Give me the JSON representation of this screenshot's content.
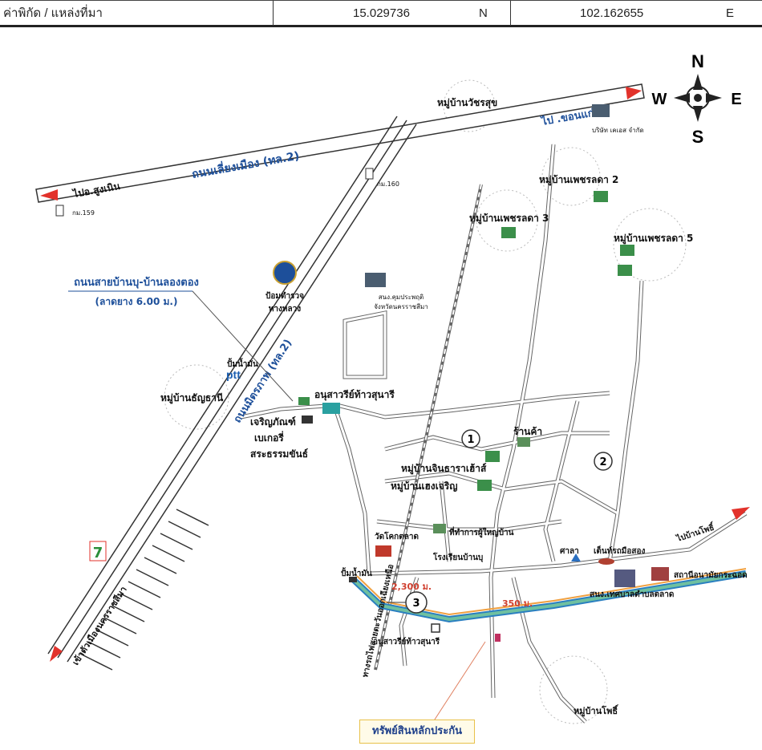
{
  "header": {
    "label": "ค่าพิกัด / แหล่งที่มา",
    "latitude": "15.029736",
    "lat_dir": "N",
    "longitude": "102.162655",
    "lon_dir": "E"
  },
  "compass": {
    "n": "N",
    "s": "S",
    "e": "E",
    "w": "W"
  },
  "roads": {
    "bypass": "ถนนเลี่ยงเมือง (ทล.2)",
    "to_sung_noen": "ไปอ.สูงเนิน",
    "to_khon_kaen": "ไป .ขอนแก่น",
    "mittraphap": "ถนนมิตรภาพ (ทล.2)",
    "local_road": "ถนนสายบ้านบุ-บ้านลองตอง",
    "local_road_spec": "(ลาดยาง 6.00 ม.)",
    "railway": "ทางรถไฟสายตะวันออกเฉียงเหนือ",
    "to_ban_pho": "ไปบ้านโพธิ์",
    "to_city": "เข้าตัวเมืองนครราชสีมา"
  },
  "markers": {
    "km159": "กม.159",
    "km160": "กม.160"
  },
  "places": {
    "watcharasuk": "หมู่บ้านวัชรสุข",
    "ks_company": "บริษัท เคเอส จำกัด",
    "phetlada2": "หมู่บ้านเพชรลดา 2",
    "phetlada3": "หมู่บ้านเพชรลดา 3",
    "phetlada5": "หมู่บ้านเพชรลดา 5",
    "police": "ป้อมตำรวจ",
    "police2": "ทางหลวง",
    "env_office": "สนง.คุมประพฤติ",
    "env_office2": "จังหวัดนครราชสีมา",
    "ptt_label": "ปั้มน้ำมัน",
    "ptt": "ptt",
    "thanyathani": "หมู่บ้านธัญธานี",
    "monument_top": "อนุสาวรีย์ท้าวสุนารี",
    "bakery1": "เจริญภัณฑ์",
    "bakery2": "เบเกอรี่",
    "bakery3": "สระธรรมขันธ์",
    "shop": "ร้านค้า",
    "jinthara": "หมู่บ้านจินธาราเฮ้าส์",
    "hengcharoen": "หมู่บ้านเฮงเจริญ",
    "headman": "ที่ทำการผู้ใหญ่บ้าน",
    "wat": "วัดโคกตลาด",
    "school": "โรงเรียนบ้านบุ",
    "sala": "ศาลา",
    "used_car": "เต็นท์รถมือสอง",
    "health": "สถานีอนามัยกระฉอด",
    "municipal": "สนง.เทศบาลตำบลตลาด",
    "gas": "ปั้มน้ำมัน",
    "monument_bottom": "อนุสาวรีย์ท้าวสุนารี",
    "ban_pho": "หมู่บ้านโพธิ์",
    "seven": "7"
  },
  "distances": {
    "d1": "2,300 ม.",
    "d2": "350 ม."
  },
  "circles": [
    "1",
    "2",
    "3"
  ],
  "callout": "ทรัพย์สินหลักประกัน",
  "colors": {
    "road_blue": "#1d4f9a",
    "arrow_red": "#e2322b",
    "canal_blue": "#2a7fc0",
    "canal_orange": "#f0a040"
  }
}
